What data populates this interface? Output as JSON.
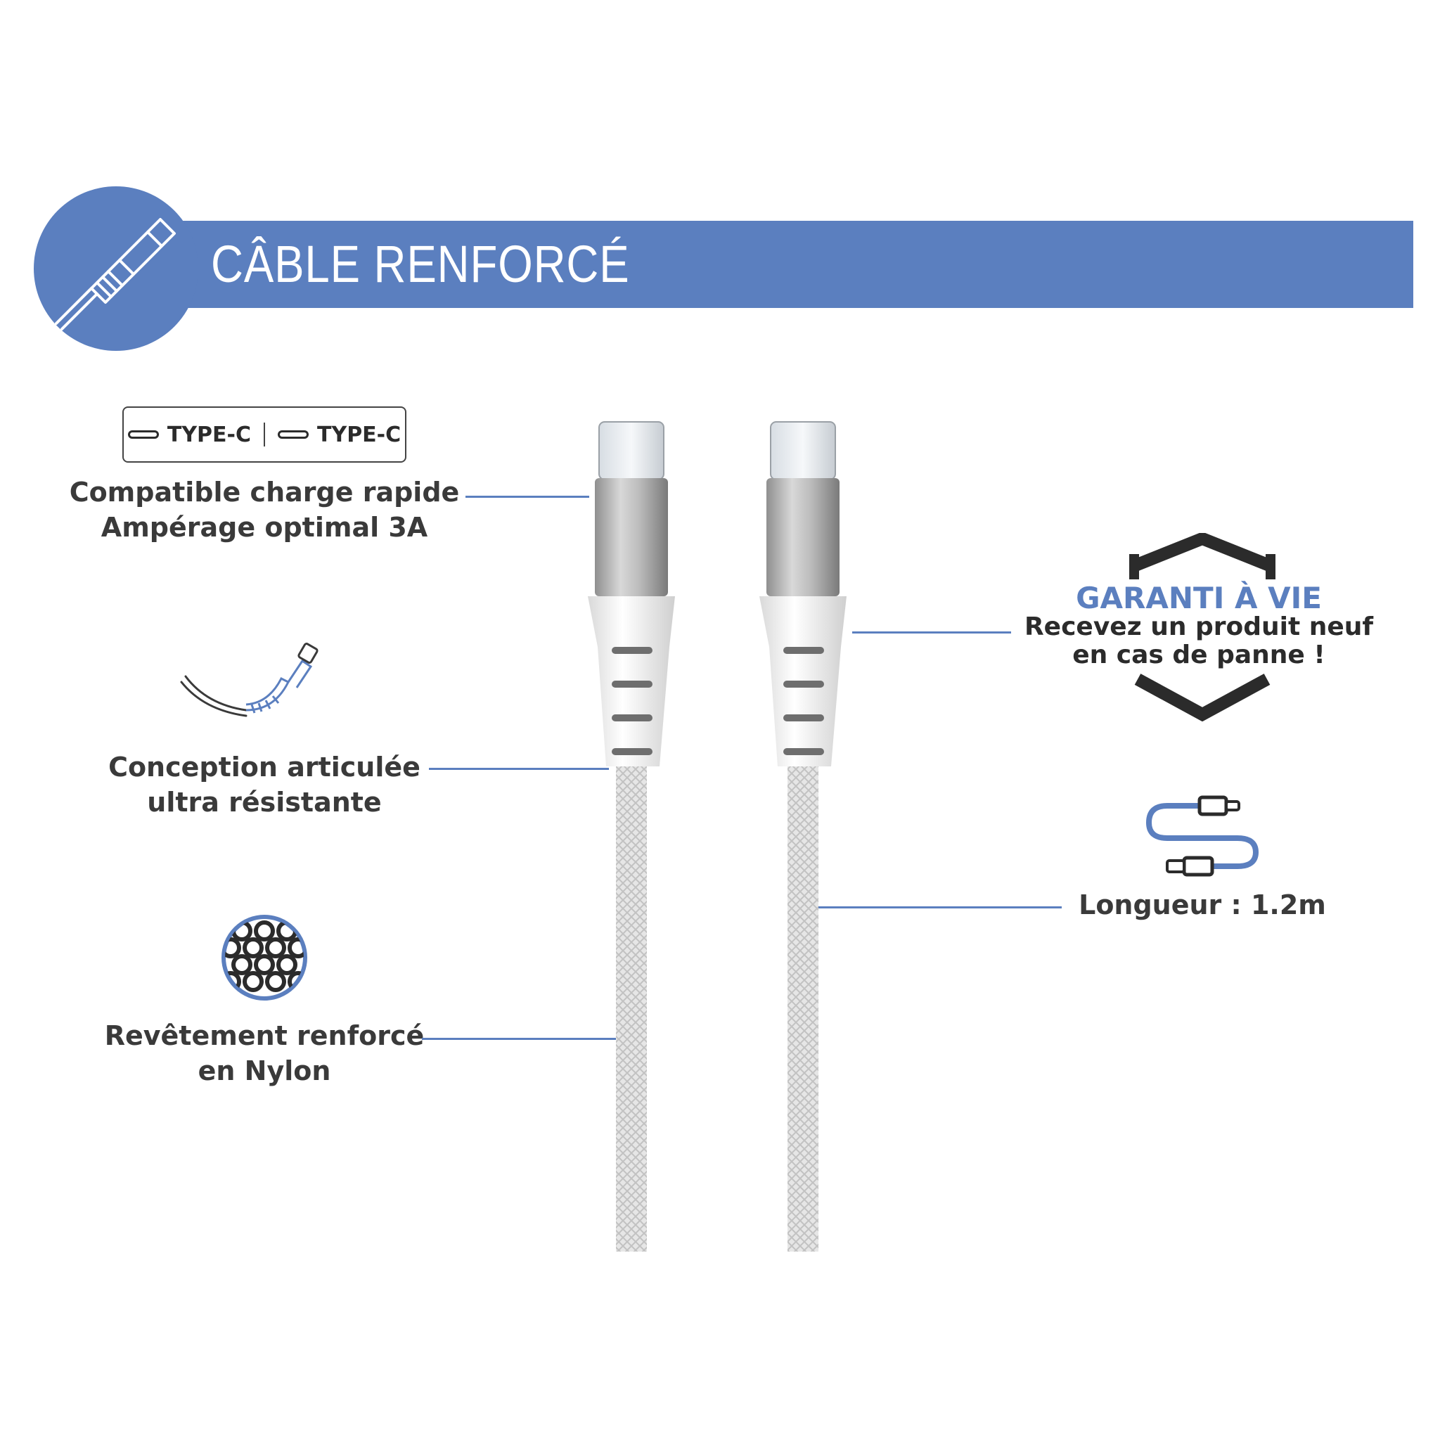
{
  "header": {
    "title": "CÂBLE RENFORCÉ",
    "icon": "cable-icon"
  },
  "badge": {
    "left_label": "TYPE-C",
    "right_label": "TYPE-C"
  },
  "features_left": [
    {
      "line1": "Compatible charge rapide",
      "line2": "Ampérage optimal 3A"
    },
    {
      "line1": "Conception articulée",
      "line2": "ultra résistante",
      "icon": "bent-cable-icon"
    },
    {
      "line1": "Revêtement renforcé",
      "line2": "en Nylon",
      "icon": "nylon-mesh-icon"
    }
  ],
  "guarantee": {
    "title": "GARANTI À VIE",
    "line1": "Recevez un produit neuf",
    "line2": "en cas de panne !",
    "icon": "shield-icon"
  },
  "length": {
    "label": "Longueur : 1.2m",
    "icon": "cable-length-icon"
  },
  "colors": {
    "accent": "#5b7fbf",
    "text": "#3a3a3a"
  }
}
